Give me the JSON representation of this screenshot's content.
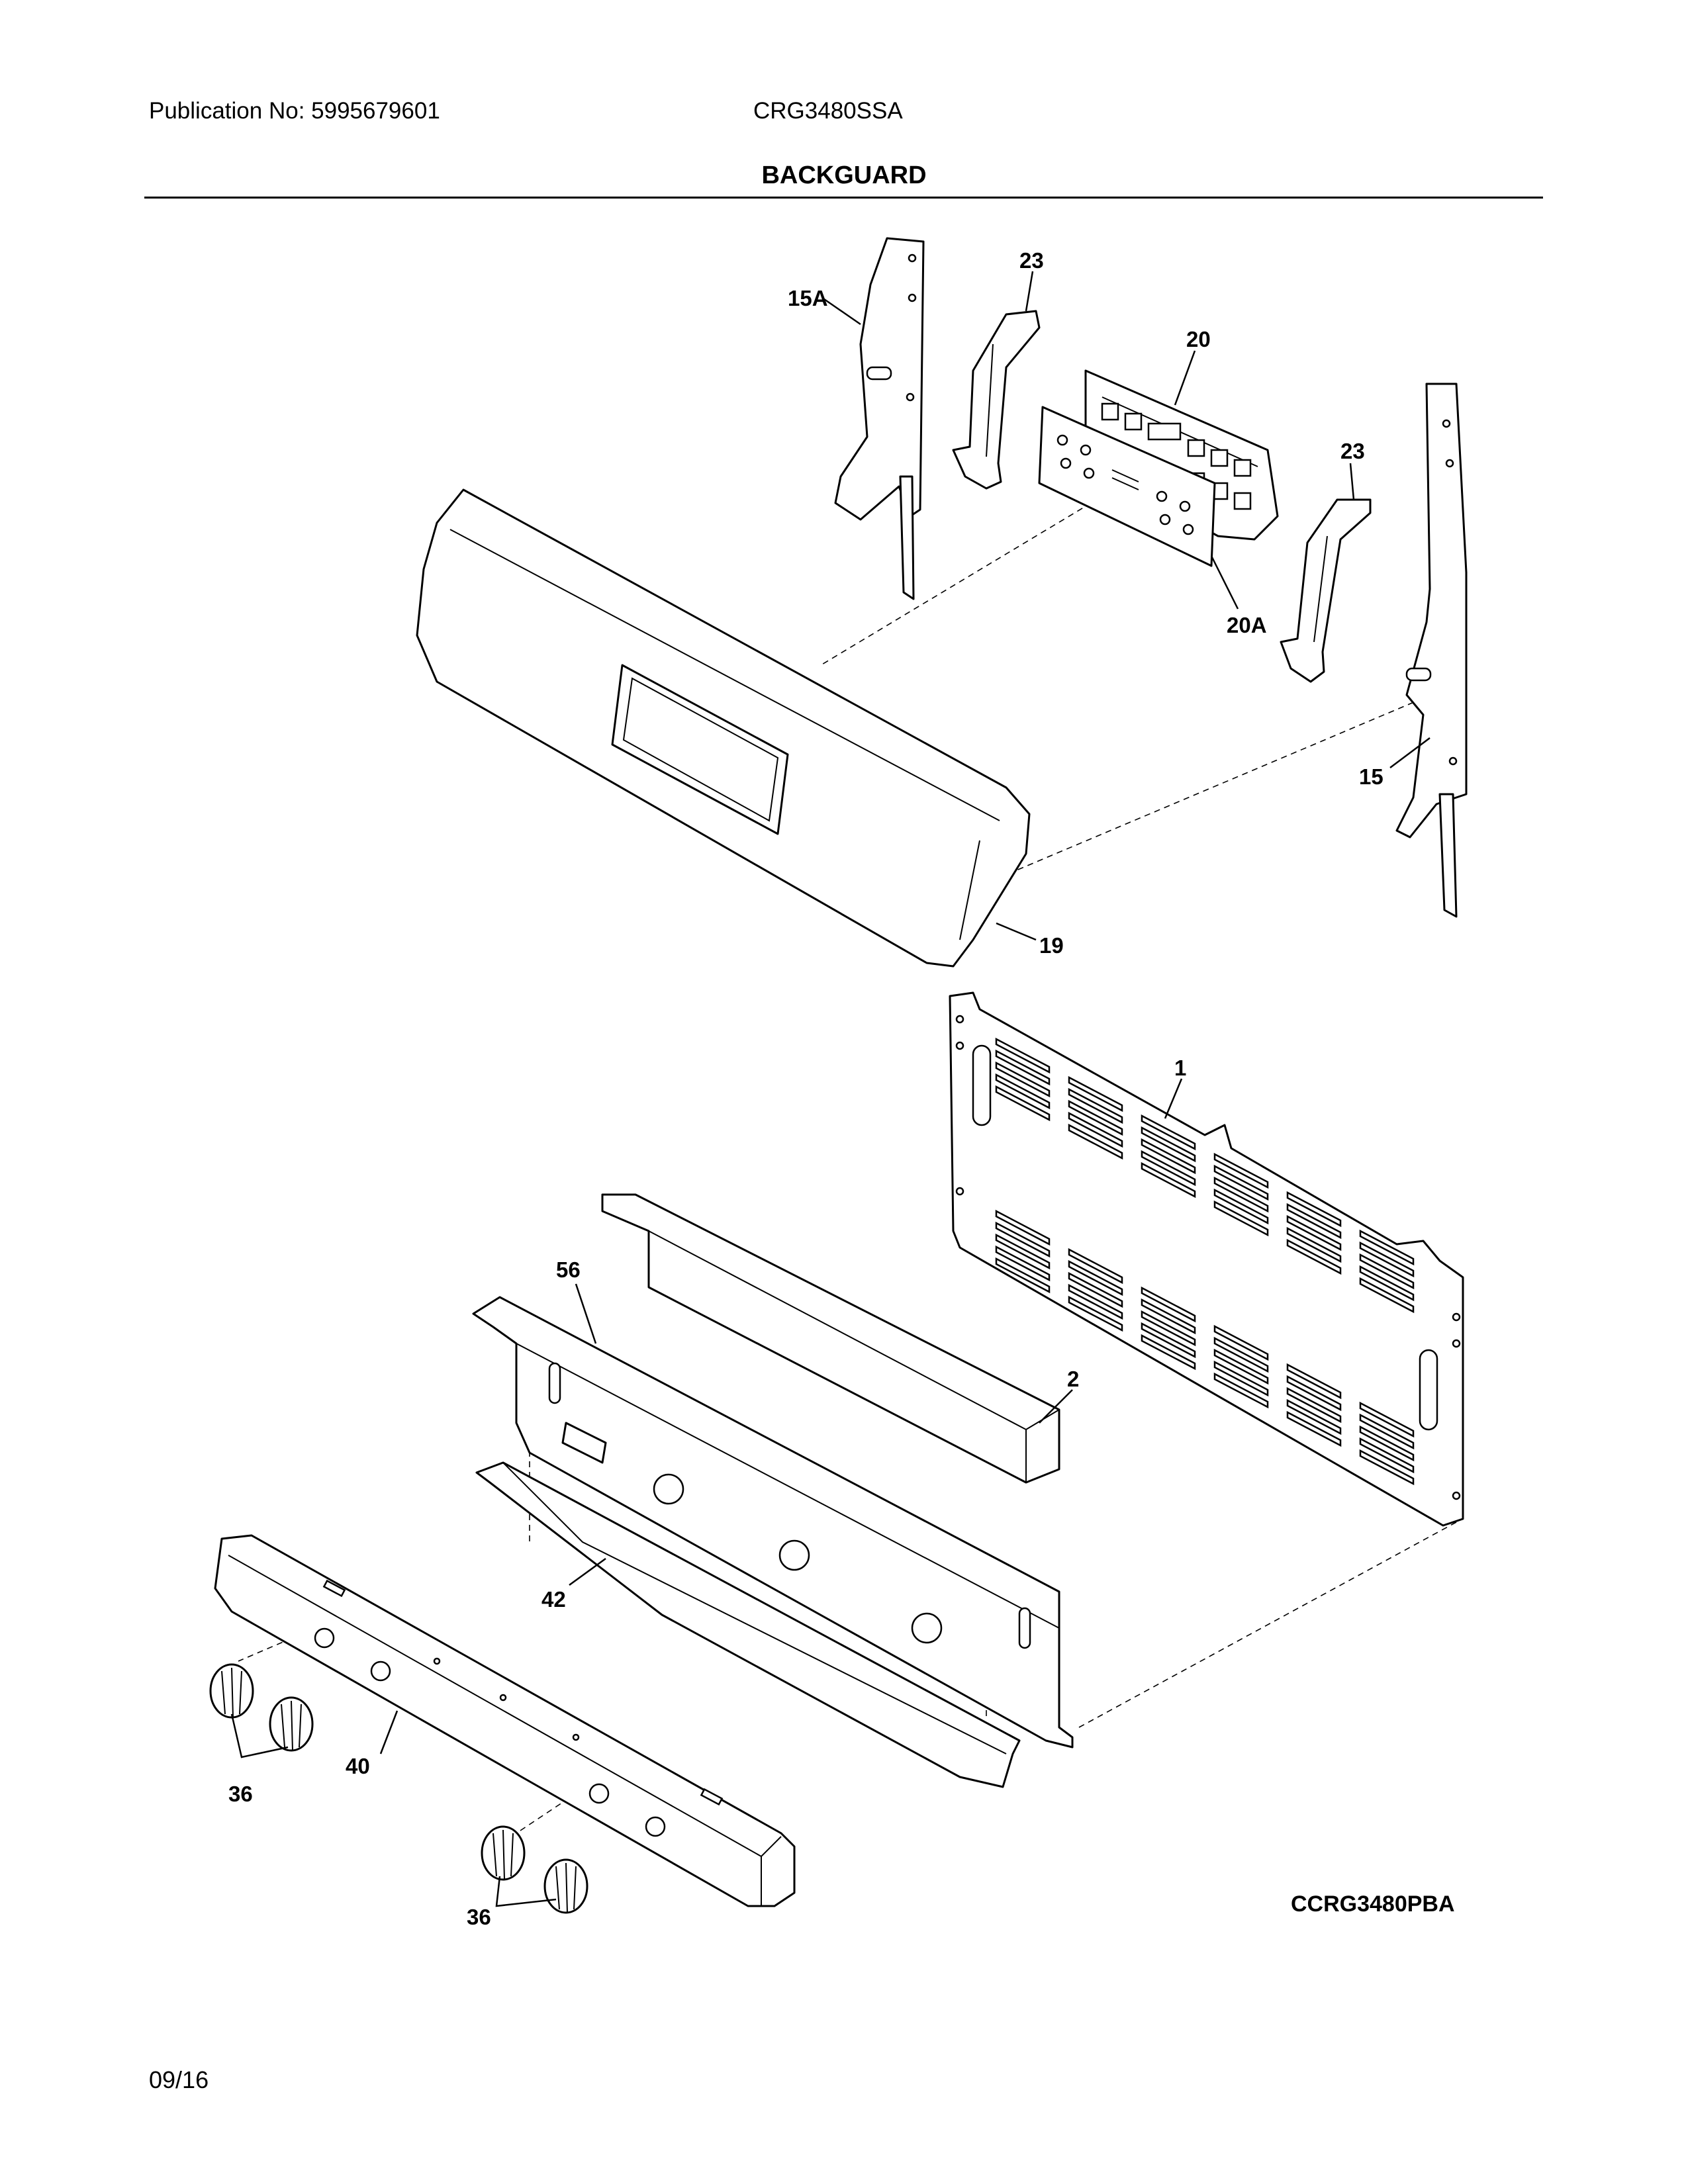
{
  "header": {
    "publication": "Publication No: 5995679601",
    "model": "CRG3480SSA",
    "title": "BACKGUARD"
  },
  "callouts": {
    "c15a": "15A",
    "c23a": "23",
    "c20": "20",
    "c23b": "23",
    "c20a": "20A",
    "c15": "15",
    "c19": "19",
    "c1": "1",
    "c56": "56",
    "c2": "2",
    "c42": "42",
    "c40": "40",
    "c36a": "36",
    "c36b": "36"
  },
  "footer": {
    "diagram_code": "CCRG3480PBA",
    "date": "09/16"
  }
}
